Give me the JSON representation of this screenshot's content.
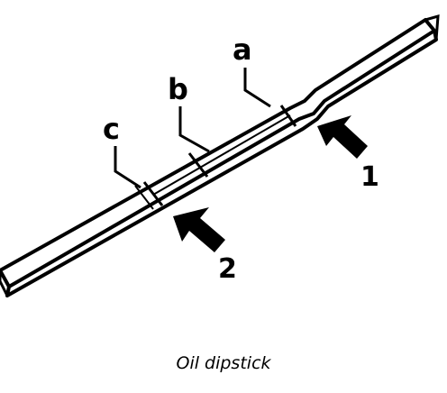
{
  "caption": "Oil dipstick",
  "labels": {
    "a": "a",
    "b": "b",
    "c": "c"
  },
  "arrows": {
    "one": "1",
    "two": "2"
  }
}
